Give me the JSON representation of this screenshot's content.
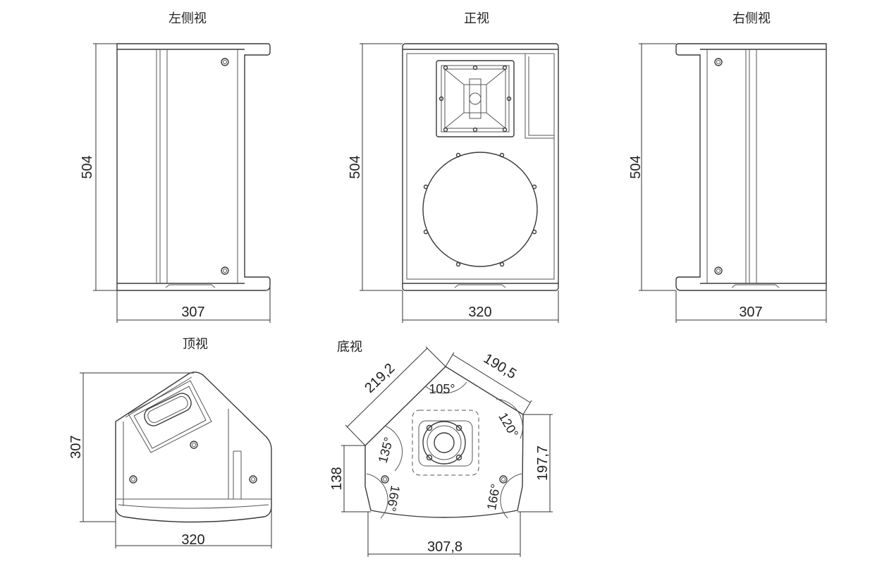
{
  "views": {
    "left": {
      "title": "左侧视",
      "height": "504",
      "width": "307"
    },
    "front": {
      "title": "正视",
      "height": "504",
      "width": "320"
    },
    "right": {
      "title": "右侧视",
      "height": "504",
      "width": "307"
    },
    "top": {
      "title": "顶视",
      "height": "307",
      "width": "320"
    },
    "bottom": {
      "title": "底视",
      "edge_left_top": "219,2",
      "edge_right_top": "190,5",
      "left_height": "138",
      "right_height": "197,7",
      "width": "307,8",
      "angle_top": "105°",
      "angle_upper_right": "120°",
      "angle_upper_left": "135°",
      "angle_lower_left": "166°",
      "angle_lower_right": "166°"
    }
  }
}
